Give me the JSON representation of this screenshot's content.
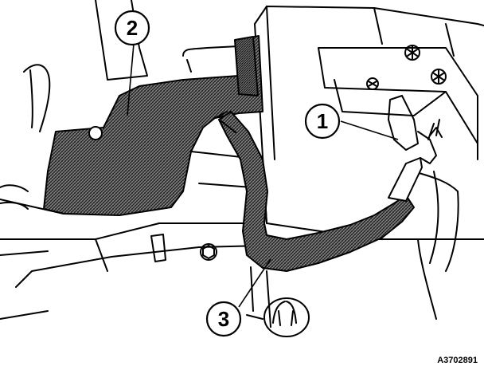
{
  "figure": {
    "reference_id": "A3702891",
    "callouts": [
      {
        "number": "1",
        "target": "battery-terminal"
      },
      {
        "number": "2",
        "target": "cover-panel"
      },
      {
        "number": "3",
        "target": "cable-harness"
      }
    ]
  },
  "colors": {
    "line": "#000000",
    "background": "#ffffff",
    "hatch": "#5a5a5a"
  }
}
